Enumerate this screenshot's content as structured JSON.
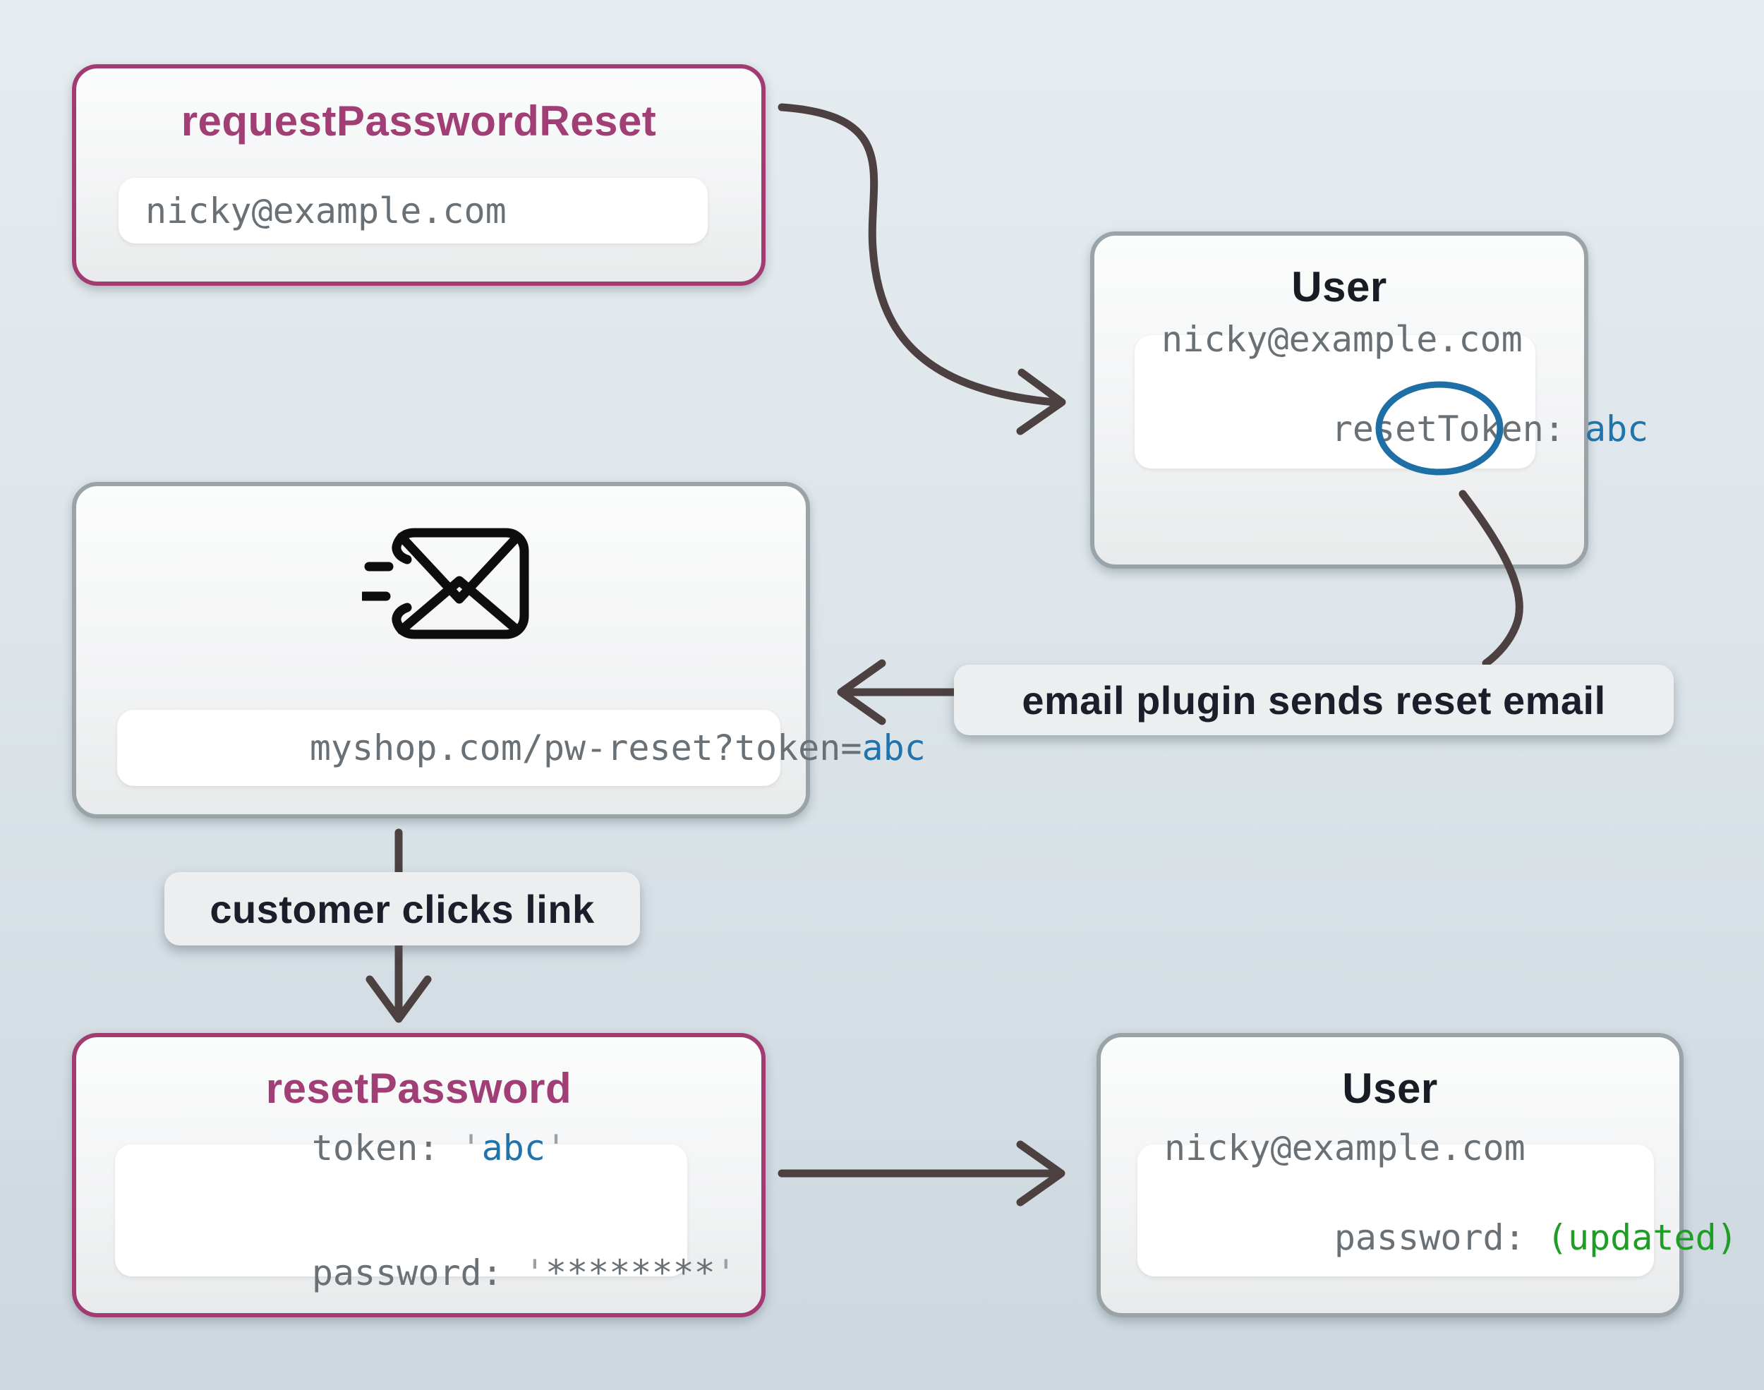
{
  "request_box": {
    "title": "requestPasswordReset",
    "email": "nicky@example.com"
  },
  "user_top": {
    "title": "User",
    "email": "nicky@example.com",
    "token_label": "resetToken:",
    "token_value": "abc"
  },
  "email_box": {
    "url_prefix": "myshop.com/pw-reset?token=",
    "token_value": "abc",
    "icon": "mail-send-icon"
  },
  "annotations": {
    "email_plugin": "email plugin sends reset email",
    "customer_clicks": "customer clicks link"
  },
  "reset_box": {
    "title": "resetPassword",
    "token_label": "token: ",
    "quote": "'",
    "token_value": "abc",
    "password_label": "password: ",
    "password_value": "********"
  },
  "user_bottom": {
    "title": "User",
    "email": "nicky@example.com",
    "password_label": "password: ",
    "password_value": "(updated)"
  },
  "colors": {
    "accent_purple": "#a13e75",
    "accent_blue": "#2174ab",
    "accent_green": "#1f9e26",
    "arrow": "#4c4040",
    "gray_border": "#9aa3a8",
    "code_gray": "#6a7176",
    "title_dark": "#191c24"
  }
}
